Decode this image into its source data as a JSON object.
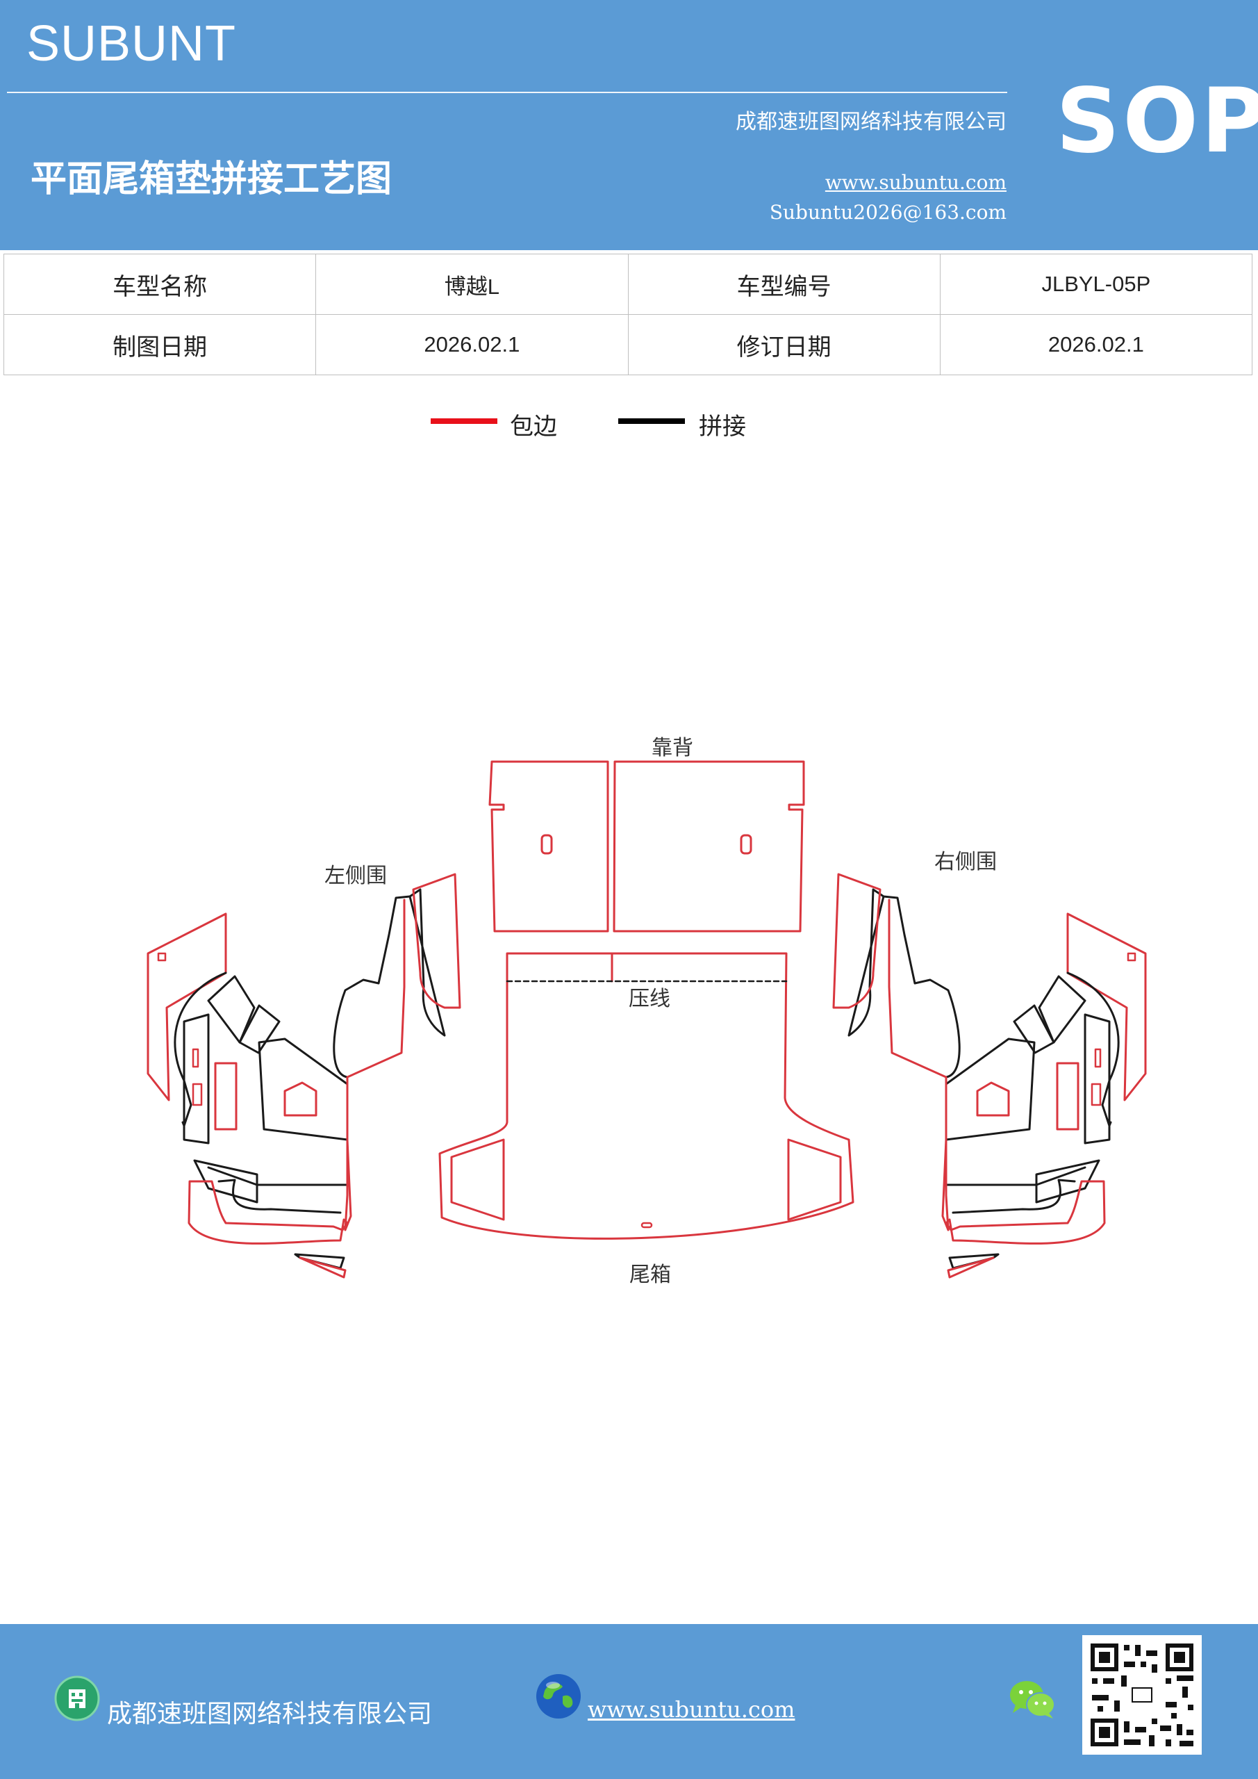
{
  "header": {
    "brand": "SUBUNT",
    "company": "成都速班图网络科技有限公司",
    "title": "平面尾箱垫拼接工艺图",
    "website": "www.subuntu.com",
    "email": "Subuntu2026@163.com",
    "badge": "SOP"
  },
  "info_table": {
    "row1": {
      "label1": "车型名称",
      "value1": "博越L",
      "label2": "车型编号",
      "value2": "JLBYL-05P"
    },
    "row2": {
      "label1": "制图日期",
      "value1": "2026.02.1",
      "label2": "修订日期",
      "value2": "2026.02.1"
    }
  },
  "legend": [
    {
      "label": "包边",
      "color": "#e8101a"
    },
    {
      "label": "拼接",
      "color": "#000000"
    }
  ],
  "diagram": {
    "labels": {
      "backrest": "靠背",
      "left_side": "左侧围",
      "right_side": "右侧围",
      "press_line": "压线",
      "trunk": "尾箱"
    },
    "edge_color": "#d9363e",
    "seam_color": "#1a1a1a"
  },
  "footer": {
    "company": "成都速班图网络科技有限公司",
    "website": "www.subuntu.com",
    "icons": [
      "building-icon",
      "globe-icon",
      "wechat-icon",
      "qr-code"
    ]
  }
}
